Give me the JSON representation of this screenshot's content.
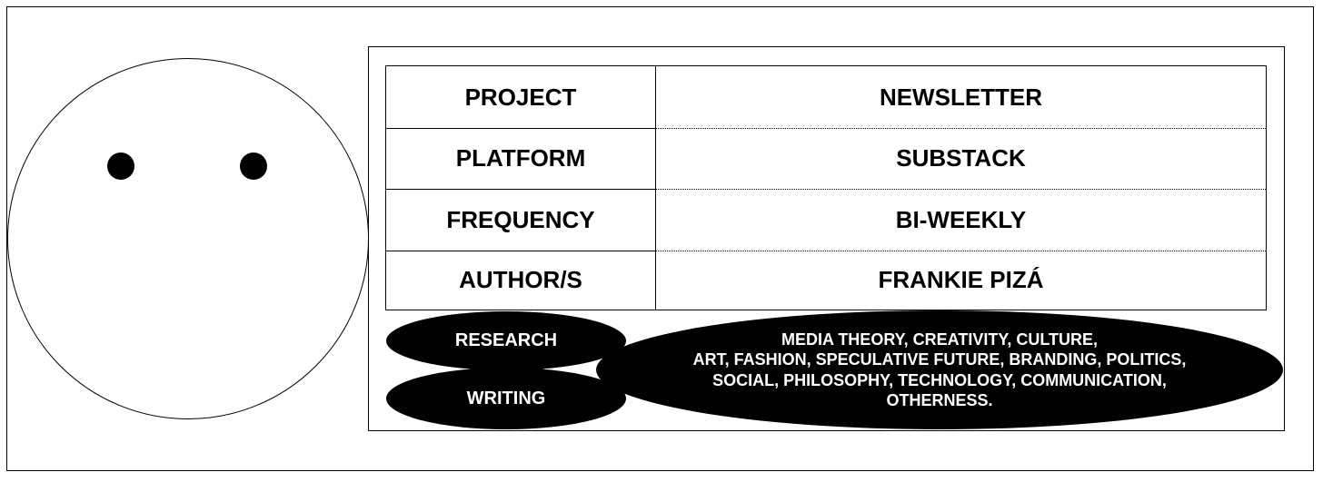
{
  "table": {
    "rows": [
      {
        "label": "PROJECT",
        "value": "NEWSLETTER"
      },
      {
        "label": "PLATFORM",
        "value": "SUBSTACK"
      },
      {
        "label": "FREQUENCY",
        "value": "BI-WEEKLY"
      },
      {
        "label": "AUTHOR/S",
        "value": "FRANKIE PIZÁ"
      }
    ]
  },
  "activities": {
    "research": "RESEARCH",
    "writing": "WRITING"
  },
  "topics": {
    "lines": [
      "MEDIA THEORY, CREATIVITY, CULTURE,",
      "ART, FASHION, SPECULATIVE FUTURE, BRANDING, POLITICS,",
      "SOCIAL, PHILOSOPHY, TECHNOLOGY, COMMUNICATION,",
      "OTHERNESS."
    ]
  },
  "colors": {
    "ink": "#000000",
    "paper": "#ffffff"
  }
}
